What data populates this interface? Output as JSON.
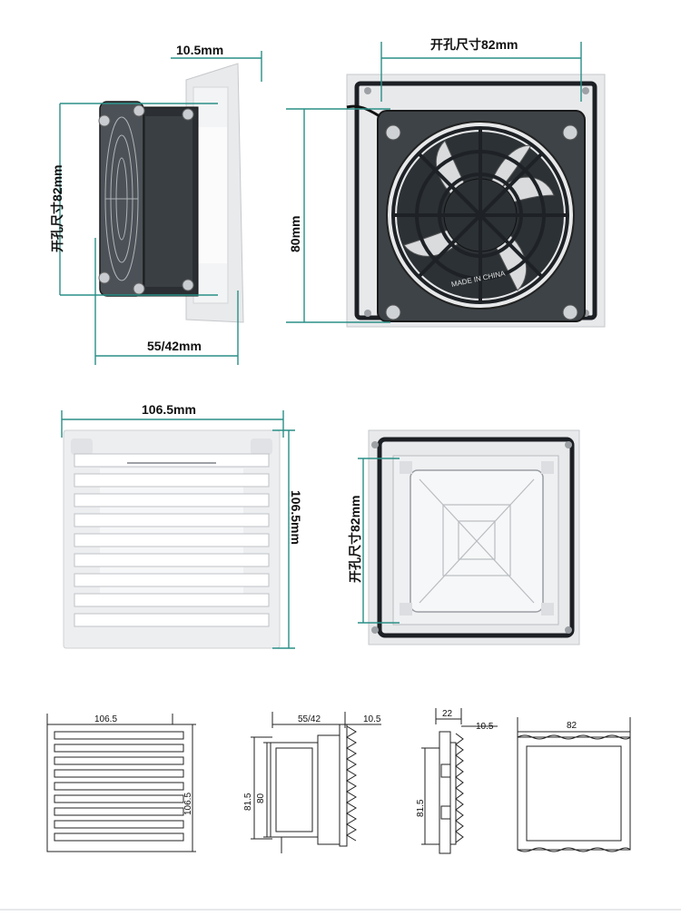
{
  "photo_dimensions": {
    "side_thickness": "10.5mm",
    "side_cutout": "开孔尺寸82mm",
    "side_depth": "55/42mm",
    "front_cutout": "开孔尺寸82mm",
    "front_fan_height": "80mm",
    "grille_width": "106.5mm",
    "grille_height": "106.5mm",
    "back_cutout": "开孔尺寸82mm"
  },
  "fan_label_text": {
    "made_in": "MADE IN CHINA"
  },
  "drawing_dimensions": {
    "front_width": "106.5",
    "front_height": "106.5",
    "side_depth": "55/42",
    "side_frame": "10.5",
    "side_outer": "81.5",
    "side_inner": "80",
    "filter_depth": "22",
    "filter_frame": "10.5",
    "filter_height": "81.5",
    "cutout_width": "82"
  },
  "colors": {
    "dimension_line": "#2a8f87",
    "frame": "#ecedef",
    "gasket": "#1c1f24",
    "fan_body": "#3d4347"
  }
}
